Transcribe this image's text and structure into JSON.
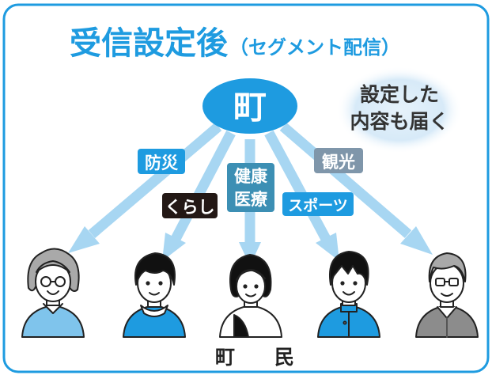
{
  "title": {
    "main": "受信設定後",
    "sub": "（セグメント配信）"
  },
  "source": {
    "label": "町"
  },
  "callout": {
    "line1": "設定した",
    "line2": "内容も届く"
  },
  "categories": [
    {
      "label": "防災",
      "color": "#1e9be0"
    },
    {
      "label": "くらし",
      "color": "#231815"
    },
    {
      "line1": "健康",
      "line2": "医療",
      "color": "#3c8fb4"
    },
    {
      "label": "スポーツ",
      "color": "#1e9be0"
    },
    {
      "label": "観光",
      "color": "#7f96aa"
    }
  ],
  "recipients": {
    "label": "町　　民"
  },
  "colors": {
    "frame": "#1e9be0",
    "title": "#1e9be0",
    "arrow": "#a7d6f2",
    "source": "#1e9be0",
    "callout_bg": "#dfeefa"
  }
}
